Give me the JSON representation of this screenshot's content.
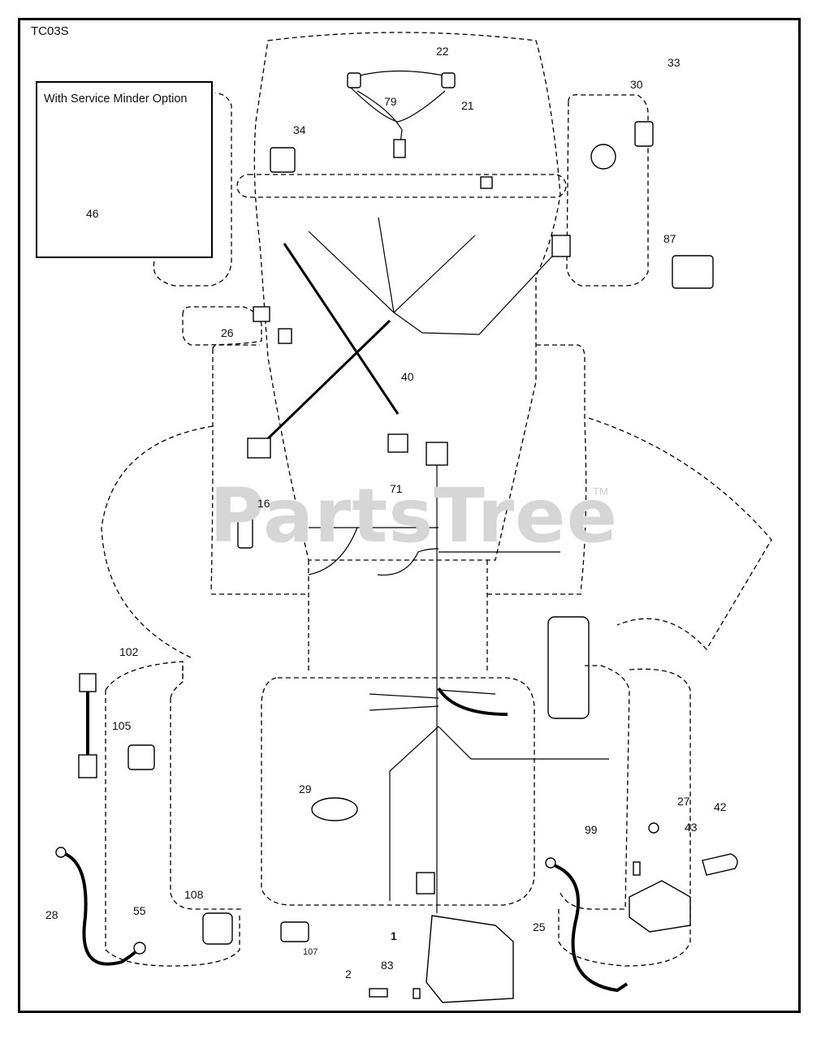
{
  "diagram_code": "TC03S",
  "inset_title": "With Service Minder Option",
  "watermark": "PartsTree",
  "watermark_tm": "TM",
  "part_labels": {
    "p1": "1",
    "p2": "2",
    "p16": "16",
    "p21": "21",
    "p22": "22",
    "p25": "25",
    "p26": "26",
    "p27": "27",
    "p28": "28",
    "p29": "29",
    "p30": "30",
    "p33": "33",
    "p34": "34",
    "p40": "40",
    "p42": "42",
    "p43": "43",
    "p46": "46",
    "p55": "55",
    "p71": "71",
    "p79": "79",
    "p83": "83",
    "p87": "87",
    "p99": "99",
    "p102": "102",
    "p105": "105",
    "p107": "107",
    "p108": "108"
  },
  "colors": {
    "line": "#000000",
    "watermark": "#d6d6d6"
  }
}
